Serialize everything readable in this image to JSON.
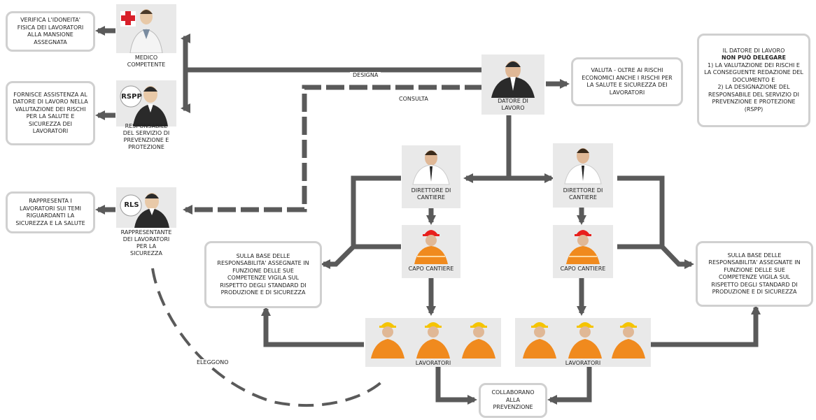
{
  "roles": {
    "medico": [
      "MEDICO",
      "COMPETENTE"
    ],
    "rspp_badge": "RSPP",
    "rspp": [
      "RESPONSABILE",
      "DEL SERVIZIO DI",
      "PREVENZIONE E",
      "PROTEZIONE"
    ],
    "rls_badge": "RLS",
    "rls": [
      "RAPPRESENTANTE",
      "DEI LAVORATORI",
      "PER LA",
      "SICUREZZA"
    ],
    "datore": [
      "DATORE DI",
      "LAVORO"
    ],
    "direttore_left": [
      "DIRETTORE DI",
      "CANTIERE"
    ],
    "direttore_right": [
      "DIRETTORE DI",
      "CANTIERE"
    ],
    "capo_left": "CAPO CANTIERE",
    "capo_right": "CAPO CANTIERE",
    "lavoratori_left": "LAVORATORI",
    "lavoratori_right": "LAVORATORI"
  },
  "boxes": {
    "verifica": [
      "VERIFICA L'IDONEITA'",
      "FISICA DEI LAVORATORI",
      "ALLA MANSIONE",
      "ASSEGNATA"
    ],
    "fornisce": [
      "FORNISCE ASSISTENZA AL",
      "DATORE DI LAVORO NELLA",
      "VALUTAZIONE DEI RISCHI",
      "PER LA SALUTE E",
      "SICUREZZA DEI",
      "LAVORATORI"
    ],
    "rappresenta": [
      "RAPPRESENTA I",
      "LAVORATORI SUI TEMI",
      "RIGUARDANTI LA",
      "SICUREZZA E LA SALUTE"
    ],
    "valuta": [
      "VALUTA - OLTRE AI RISCHI",
      "ECONOMICI ANCHE I RISCHI PER",
      "LA SALUTE E SICUREZZA DEI",
      "LAVORATORI"
    ],
    "non_delegare": [
      "IL DATORE DI LAVORO",
      "NON PUÒ DELEGARE",
      "1) LA VALUTAZIONE DEI RISCHI E",
      "LA CONSEGUENTE REDAZIONE DEL",
      "DOCUMENTO E",
      "2) LA DESIGNAZIONE DEL",
      "RESPONSABILE DEL SERVIZIO DI",
      "PREVENZIONE E PROTEZIONE",
      "(RSPP)"
    ],
    "vigila_left": [
      "SULLA BASE DELLE",
      "RESPONSABILITA' ASSEGNATE IN",
      "FUNZIONE DELLE SUE",
      "COMPETENZE VIGILA SUL",
      "RISPETTO DEGLI STANDARD DI",
      "PRODUZIONE E DI SICUREZZA"
    ],
    "vigila_right": [
      "SULLA BASE DELLE",
      "RESPONSABILITA' ASSEGNATE IN",
      "FUNZIONE DELLE SUE",
      "COMPETENZE VIGILA SUL",
      "RISPETTO DEGLI STANDARD DI",
      "PRODUZIONE E DI SICUREZZA"
    ],
    "collaborano": [
      "COLLABORANO",
      "ALLA",
      "PREVENZIONE"
    ]
  },
  "flows": {
    "designa": "DESIGNA",
    "consulta": "CONSULTA",
    "eleggono": "ELEGGONO"
  },
  "colors": {
    "arrow": "#5a5a5a",
    "box_border": "#d0d0d0",
    "figure_bg": "#e9e9e9",
    "worker_orange": "#f08a1e",
    "helmet_red": "#e8201c",
    "helmet_yellow": "#f5c400",
    "suit_dark": "#2a2a2a",
    "medical_cross": "#d8202a"
  }
}
